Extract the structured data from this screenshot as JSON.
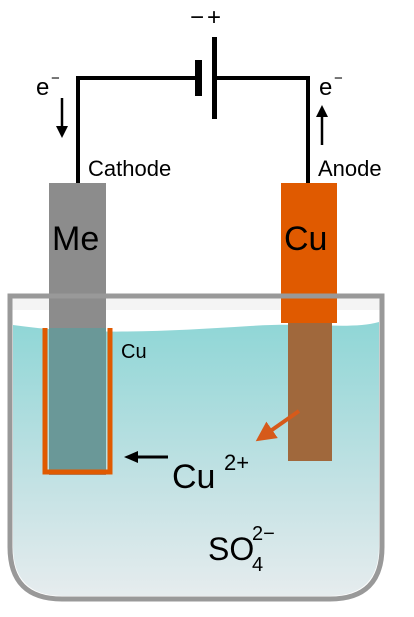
{
  "battery": {
    "minus_sign": "−",
    "plus_sign": "+"
  },
  "electrons": {
    "left_label": "e",
    "left_superscript": "−",
    "right_label": "e",
    "right_superscript": "−"
  },
  "cathode": {
    "label": "Cathode",
    "metal_symbol": "Me",
    "deposit_label": "Cu"
  },
  "anode": {
    "label": "Anode",
    "metal_symbol": "Cu"
  },
  "ions": {
    "copper_symbol": "Cu",
    "copper_charge": "2+",
    "sulfate_symbol": "SO",
    "sulfate_subscript": "4",
    "sulfate_charge": "2−"
  },
  "colors": {
    "wire": "#000000",
    "cathode_metal": "#8c8c8c",
    "copper": "#e05a00",
    "electrolyte_top": "#8fd6d6",
    "electrolyte_bottom": "#dde8ea",
    "vessel_edge": "#999999",
    "ion_arrow": "#d65a1a"
  }
}
